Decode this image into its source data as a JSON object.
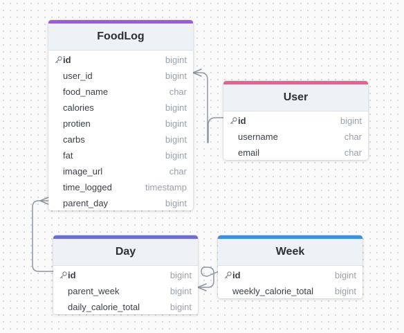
{
  "colors": {
    "foodlog": "#9b59e6",
    "user": "#ef5c8f",
    "day": "#6d6ed4",
    "week": "#3b8fe0",
    "connector": "#8f959e"
  },
  "icons": {
    "primary_key": "key-icon"
  },
  "tables": {
    "foodlog": {
      "name": "FoodLog",
      "fields": [
        {
          "name": "id",
          "type": "bigint",
          "pk": true
        },
        {
          "name": "user_id",
          "type": "bigint"
        },
        {
          "name": "food_name",
          "type": "char"
        },
        {
          "name": "calories",
          "type": "bigint"
        },
        {
          "name": "protien",
          "type": "bigint"
        },
        {
          "name": "carbs",
          "type": "bigint"
        },
        {
          "name": "fat",
          "type": "bigint"
        },
        {
          "name": "image_url",
          "type": "char"
        },
        {
          "name": "time_logged",
          "type": "timestamp"
        },
        {
          "name": "parent_day",
          "type": "bigint"
        }
      ]
    },
    "user": {
      "name": "User",
      "fields": [
        {
          "name": "id",
          "type": "bigint",
          "pk": true
        },
        {
          "name": "username",
          "type": "char"
        },
        {
          "name": "email",
          "type": "char"
        }
      ]
    },
    "day": {
      "name": "Day",
      "fields": [
        {
          "name": "id",
          "type": "bigint",
          "pk": true
        },
        {
          "name": "parent_week",
          "type": "bigint"
        },
        {
          "name": "daily_calorie_total",
          "type": "bigint"
        }
      ]
    },
    "week": {
      "name": "Week",
      "fields": [
        {
          "name": "id",
          "type": "bigint",
          "pk": true
        },
        {
          "name": "weekly_calorie_total",
          "type": "bigint"
        }
      ]
    }
  },
  "relations": [
    {
      "from": "foodlog.user_id",
      "to": "user.id",
      "cardinality": "many-to-one"
    },
    {
      "from": "foodlog.parent_day",
      "to": "day.id",
      "cardinality": "many-to-one"
    },
    {
      "from": "day.parent_week",
      "to": "week.id",
      "cardinality": "many-to-one"
    }
  ]
}
